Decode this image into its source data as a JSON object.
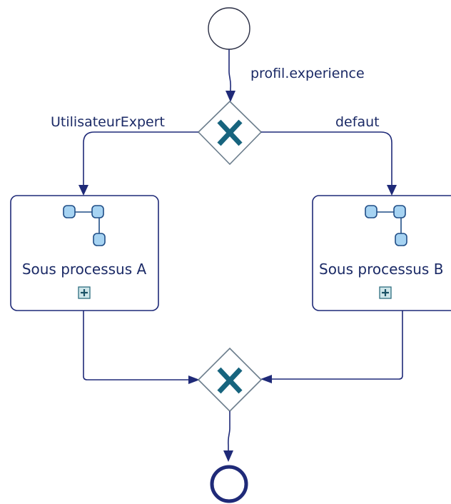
{
  "diagram": {
    "gateway_split": {
      "condition_label": "profil.experience",
      "left_branch_label": "UtilisateurExpert",
      "right_branch_label": "defaut"
    },
    "subprocess_a": {
      "label": "Sous processus A"
    },
    "subprocess_b": {
      "label": "Sous processus B"
    }
  },
  "colors": {
    "flow_line": "#1f2a78",
    "label_text": "#1b2a66",
    "gateway_x": "#17647e",
    "gateway_border": "#6b7d8c",
    "subprocess_icon_fill": "#a6d3f2",
    "end_event_border": "#1f2a78"
  },
  "icons": {
    "gateway": "exclusive-gateway-x-icon",
    "subprocess": "subprocess-hierarchy-icon",
    "expand": "expand-plus-icon"
  }
}
